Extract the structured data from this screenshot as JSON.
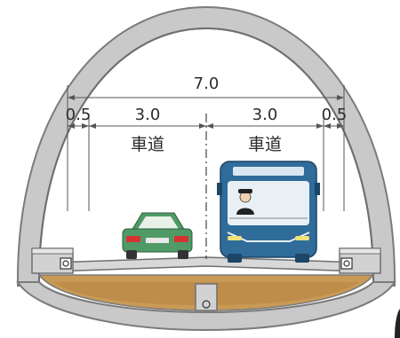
{
  "dimensions": {
    "total": "7.0",
    "left_shoulder": "0.5",
    "left_lane": "3.0",
    "right_lane": "3.0",
    "right_shoulder": "0.5"
  },
  "lanes": {
    "left_label": "車道",
    "right_label": "車道"
  },
  "colors": {
    "lining_outer": "#8a8a8a",
    "lining_fill": "#c9c9c9",
    "ground_fill": "#c89a55",
    "ground_dark": "#a8773a",
    "car_body": "#4f9a66",
    "bus_body": "#2f6c9a",
    "line": "#333333"
  }
}
